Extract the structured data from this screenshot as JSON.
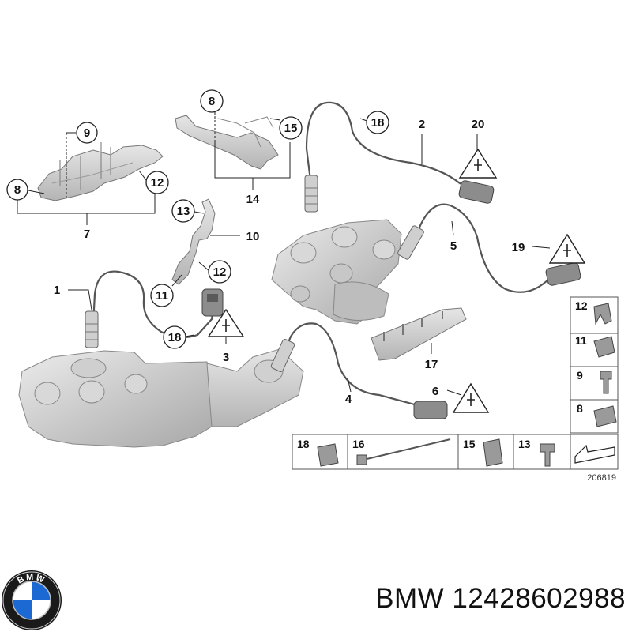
{
  "callouts": {
    "c1": "1",
    "c2": "2",
    "c3": "3",
    "c4": "4",
    "c5": "5",
    "c6": "6",
    "c7": "7",
    "c8": "8",
    "c8b": "8",
    "c9": "9",
    "c10": "10",
    "c11": "11",
    "c12": "12",
    "c12b": "12",
    "c13": "13",
    "c14": "14",
    "c15": "15",
    "c17": "17",
    "c18": "18",
    "c18b": "18",
    "c19": "19",
    "c20": "20"
  },
  "legend_right": {
    "r12": "12",
    "r11": "11",
    "r9": "9",
    "r8": "8"
  },
  "legend_bottom": {
    "b18": "18",
    "b16": "16",
    "b15": "15",
    "b13": "13"
  },
  "diagram_id": "206819",
  "caption": {
    "brand": "BMW",
    "part_number": "12428602988"
  },
  "logo": {
    "letters": "BMW",
    "colors": {
      "blue": "#1c69d4",
      "white": "#ffffff",
      "ring": "#1a1a1a"
    }
  }
}
